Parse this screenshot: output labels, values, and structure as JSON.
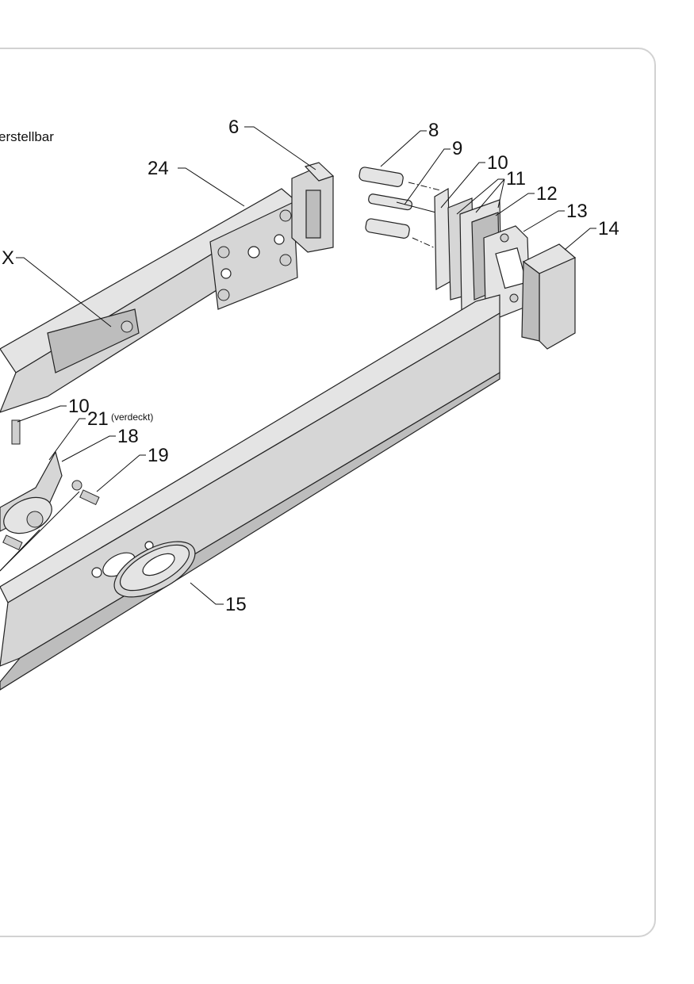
{
  "caption": {
    "adjustable_text": "erstellbar"
  },
  "labels": {
    "l6": "6",
    "l8": "8",
    "l9": "9",
    "l10a": "10",
    "l11": "11",
    "l12": "12",
    "l13": "13",
    "l14": "14",
    "l24": "24",
    "lX": "X",
    "l10b": "10",
    "l21": "21",
    "l21_note": "(verdeckt)",
    "l18": "18",
    "l19": "19",
    "l15": "15"
  }
}
